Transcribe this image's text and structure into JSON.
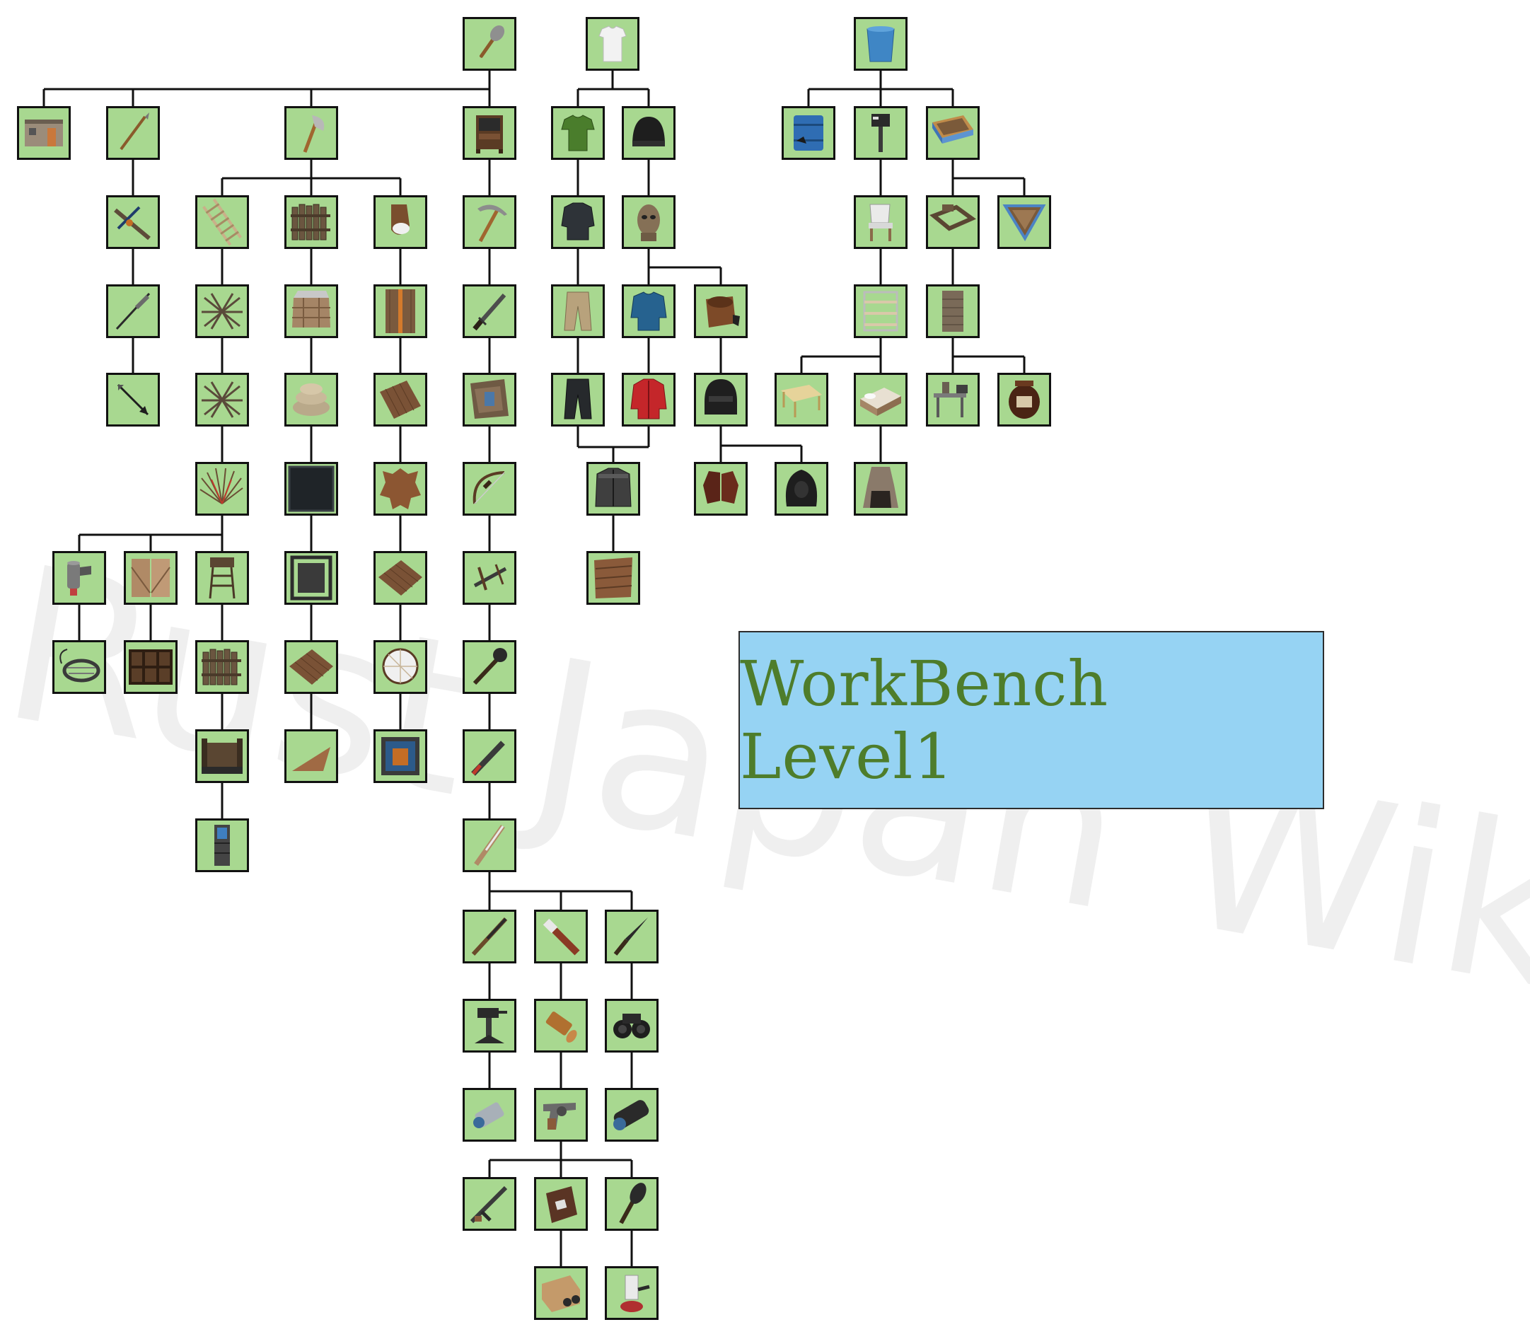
{
  "title": "WorkBench Level1",
  "watermark": "Rust Japan Wiki",
  "colors": {
    "tile": "#a8d890",
    "tile_border": "#111111",
    "title_bg": "#96d3f3",
    "title_text": "#4e7d2b",
    "line": "#111111"
  },
  "items": [
    {
      "id": "stone-hatchet",
      "icon": "axe-head"
    },
    {
      "id": "tank-top",
      "icon": "shirt-white"
    },
    {
      "id": "water-bucket",
      "icon": "bucket-blue"
    },
    {
      "id": "wood-shutters-1",
      "icon": "hut"
    },
    {
      "id": "spear-1",
      "icon": "spear"
    },
    {
      "id": "hatchet",
      "icon": "axe"
    },
    {
      "id": "repair-bench",
      "icon": "cabinet"
    },
    {
      "id": "tshirt-green",
      "icon": "shirt-green"
    },
    {
      "id": "beenie",
      "icon": "hat-black"
    },
    {
      "id": "water-barrel",
      "icon": "barrel-blue"
    },
    {
      "id": "mailbox",
      "icon": "mailbox"
    },
    {
      "id": "planter-large",
      "icon": "planter"
    },
    {
      "id": "crossbow",
      "icon": "crossbow"
    },
    {
      "id": "ladder",
      "icon": "ladder"
    },
    {
      "id": "wood-barricade",
      "icon": "palisade"
    },
    {
      "id": "small-stash",
      "icon": "stash"
    },
    {
      "id": "pickaxe",
      "icon": "pickaxe"
    },
    {
      "id": "hoodie",
      "icon": "jacket-dark"
    },
    {
      "id": "balaclava",
      "icon": "mask-sack"
    },
    {
      "id": "chair",
      "icon": "chair"
    },
    {
      "id": "sign-post",
      "icon": "frame"
    },
    {
      "id": "planter-triangle",
      "icon": "triangle-planter"
    },
    {
      "id": "spear-2",
      "icon": "spear-long"
    },
    {
      "id": "spike-barricade",
      "icon": "spikes"
    },
    {
      "id": "sandbag-crate",
      "icon": "crate"
    },
    {
      "id": "wood-sign",
      "icon": "sign-plank"
    },
    {
      "id": "machete",
      "icon": "sword"
    },
    {
      "id": "pants",
      "icon": "pants-tan"
    },
    {
      "id": "sweater",
      "icon": "sweater-blue"
    },
    {
      "id": "helmet-bucket",
      "icon": "bucket-helmet"
    },
    {
      "id": "shelves",
      "icon": "shelves"
    },
    {
      "id": "locker",
      "icon": "locker"
    },
    {
      "id": "arrow",
      "icon": "arrow"
    },
    {
      "id": "barbed-barricade",
      "icon": "spikes"
    },
    {
      "id": "sandbags",
      "icon": "sandbag"
    },
    {
      "id": "rug",
      "icon": "rug"
    },
    {
      "id": "wood-armor",
      "icon": "armor-wood"
    },
    {
      "id": "jeans",
      "icon": "pants-dark"
    },
    {
      "id": "jacket-red",
      "icon": "jacket-red"
    },
    {
      "id": "helmet-metal",
      "icon": "helmet"
    },
    {
      "id": "table",
      "icon": "table"
    },
    {
      "id": "bed",
      "icon": "bed"
    },
    {
      "id": "mixing-table",
      "icon": "bench"
    },
    {
      "id": "jar",
      "icon": "jar"
    },
    {
      "id": "wood-spikes",
      "icon": "spikes-fan"
    },
    {
      "id": "metal-shutters",
      "icon": "panel-dark"
    },
    {
      "id": "bear-rug",
      "icon": "bear-rug"
    },
    {
      "id": "bow",
      "icon": "bow"
    },
    {
      "id": "coat",
      "icon": "coat"
    },
    {
      "id": "gloves",
      "icon": "gloves"
    },
    {
      "id": "burlap-hood",
      "icon": "hood"
    },
    {
      "id": "fireplace",
      "icon": "fireplace"
    },
    {
      "id": "flamethrower",
      "icon": "canister"
    },
    {
      "id": "wood-door-double",
      "icon": "double-door"
    },
    {
      "id": "watchtower",
      "icon": "tower"
    },
    {
      "id": "metal-frame",
      "icon": "frame-metal"
    },
    {
      "id": "wood-floor",
      "icon": "floor-board"
    },
    {
      "id": "slingshot",
      "icon": "crossbow-small"
    },
    {
      "id": "wood-armor-chest",
      "icon": "plank-armor"
    },
    {
      "id": "bear-trap",
      "icon": "trap"
    },
    {
      "id": "window-bars",
      "icon": "window"
    },
    {
      "id": "high-wood-wall",
      "icon": "palisade"
    },
    {
      "id": "floor-hatch",
      "icon": "floor-board"
    },
    {
      "id": "dream-catcher",
      "icon": "dreamcatcher"
    },
    {
      "id": "mace",
      "icon": "mace"
    },
    {
      "id": "wood-gate",
      "icon": "gate"
    },
    {
      "id": "triangle-floor",
      "icon": "triangle"
    },
    {
      "id": "painting",
      "icon": "picture"
    },
    {
      "id": "salvaged-sword",
      "icon": "blade"
    },
    {
      "id": "hobo-barrel",
      "icon": "tower-blue"
    },
    {
      "id": "shotgun",
      "icon": "shotgun"
    },
    {
      "id": "pump-shotgun",
      "icon": "rifle"
    },
    {
      "id": "flashlight",
      "icon": "torch"
    },
    {
      "id": "knife",
      "icon": "knife"
    },
    {
      "id": "auto-turret",
      "icon": "turret"
    },
    {
      "id": "ammo",
      "icon": "bullet"
    },
    {
      "id": "binoculars",
      "icon": "binoculars"
    },
    {
      "id": "weapon-lasersight",
      "icon": "scope"
    },
    {
      "id": "revolver",
      "icon": "revolver"
    },
    {
      "id": "silencer",
      "icon": "silencer"
    },
    {
      "id": "smg",
      "icon": "smg"
    },
    {
      "id": "grenade-beancan",
      "icon": "can"
    },
    {
      "id": "spiked-club",
      "icon": "club"
    },
    {
      "id": "satchel",
      "icon": "satchel"
    },
    {
      "id": "lantern",
      "icon": "lantern"
    }
  ]
}
